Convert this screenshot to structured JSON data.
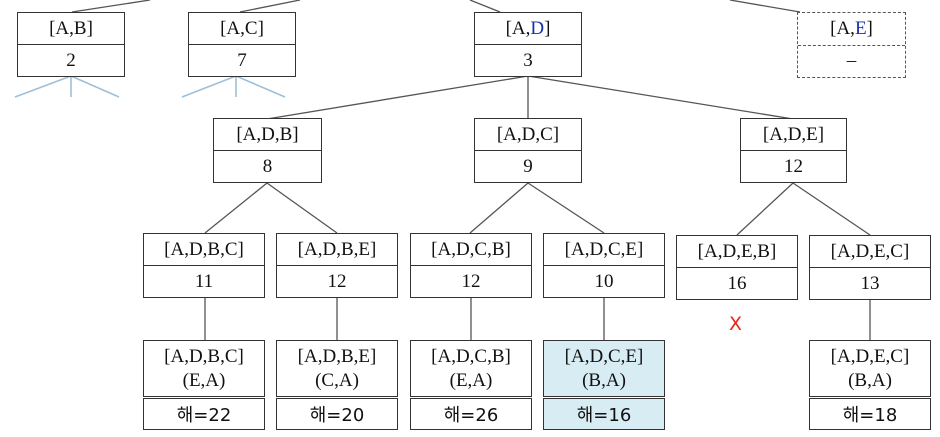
{
  "level1": [
    {
      "id": "AB",
      "pre": "[A,B]",
      "cost": "2"
    },
    {
      "id": "AC",
      "pre": "[A,C]",
      "cost": "7"
    },
    {
      "id": "AD",
      "pre": "[A,",
      "hl": "D",
      "post": "]",
      "cost": "3"
    },
    {
      "id": "AE",
      "pre": "[A,",
      "hl": "E",
      "post": "]",
      "cost": "–"
    }
  ],
  "level2": [
    {
      "id": "ADB",
      "label": "[A,D,B]",
      "cost": "8"
    },
    {
      "id": "ADC",
      "label": "[A,D,C]",
      "cost": "9"
    },
    {
      "id": "ADE",
      "label": "[A,D,E]",
      "cost": "12"
    }
  ],
  "level3": [
    {
      "id": "ADBC",
      "label": "[A,D,B,C]",
      "cost": "11"
    },
    {
      "id": "ADBE",
      "label": "[A,D,B,E]",
      "cost": "12"
    },
    {
      "id": "ADCB",
      "label": "[A,D,C,B]",
      "cost": "12"
    },
    {
      "id": "ADCE",
      "label": "[A,D,C,E]",
      "cost": "10"
    },
    {
      "id": "ADEB",
      "label": "[A,D,E,B]",
      "cost": "16"
    },
    {
      "id": "ADEC",
      "label": "[A,D,E,C]",
      "cost": "13"
    }
  ],
  "leaves": [
    {
      "id": "L1",
      "line1": "[A,D,B,C]",
      "line2": "(E,A)",
      "solution": "해=22"
    },
    {
      "id": "L2",
      "line1": "[A,D,B,E]",
      "line2": "(C,A)",
      "solution": "해=20"
    },
    {
      "id": "L3",
      "line1": "[A,D,C,B]",
      "line2": "(E,A)",
      "solution": "해=26"
    },
    {
      "id": "L4",
      "line1": "[A,D,C,E]",
      "line2": "(B,A)",
      "solution": "해=16",
      "highlight": true
    },
    {
      "id": "L6",
      "line1": "[A,D,E,C]",
      "line2": "(B,A)",
      "solution": "해=18"
    }
  ],
  "pruned_mark": "X",
  "colors": {
    "highlight_fill": "#d8ecf4",
    "node_accent": "#1a2fb0",
    "prune": "#e8261c",
    "branch_stub": "#9fbfd8"
  }
}
